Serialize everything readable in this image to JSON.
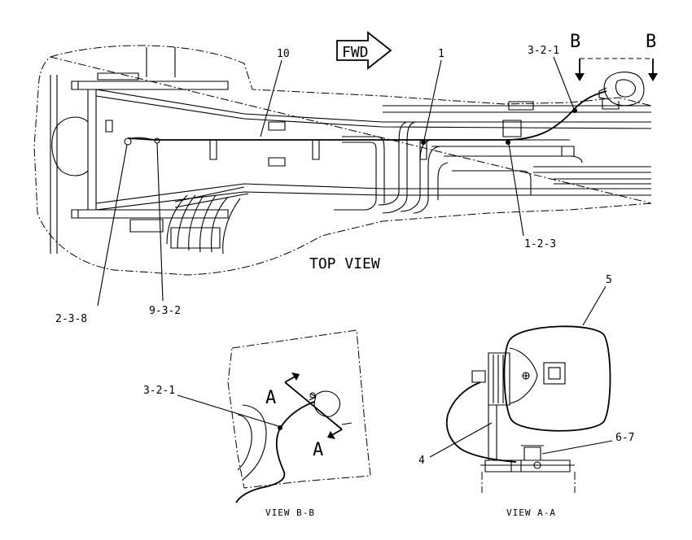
{
  "views": {
    "top_view_title": "TOP VIEW",
    "view_bb_title": "VIEW B-B",
    "view_aa_title": "VIEW A-A"
  },
  "fwd_arrow": "FWD",
  "section_b_left": "B",
  "section_b_right": "B",
  "section_a_top": "A",
  "section_a_bottom": "A",
  "callouts": {
    "c10": "10",
    "c1": "1",
    "c3_2_1_top": "3-2-1",
    "c1_2_3": "1-2-3",
    "c2_3_8": "2-3-8",
    "c9_3_2": "9-3-2",
    "c5": "5",
    "c3_2_1_bb": "3-2-1",
    "c4": "4",
    "c6_7": "6-7"
  }
}
